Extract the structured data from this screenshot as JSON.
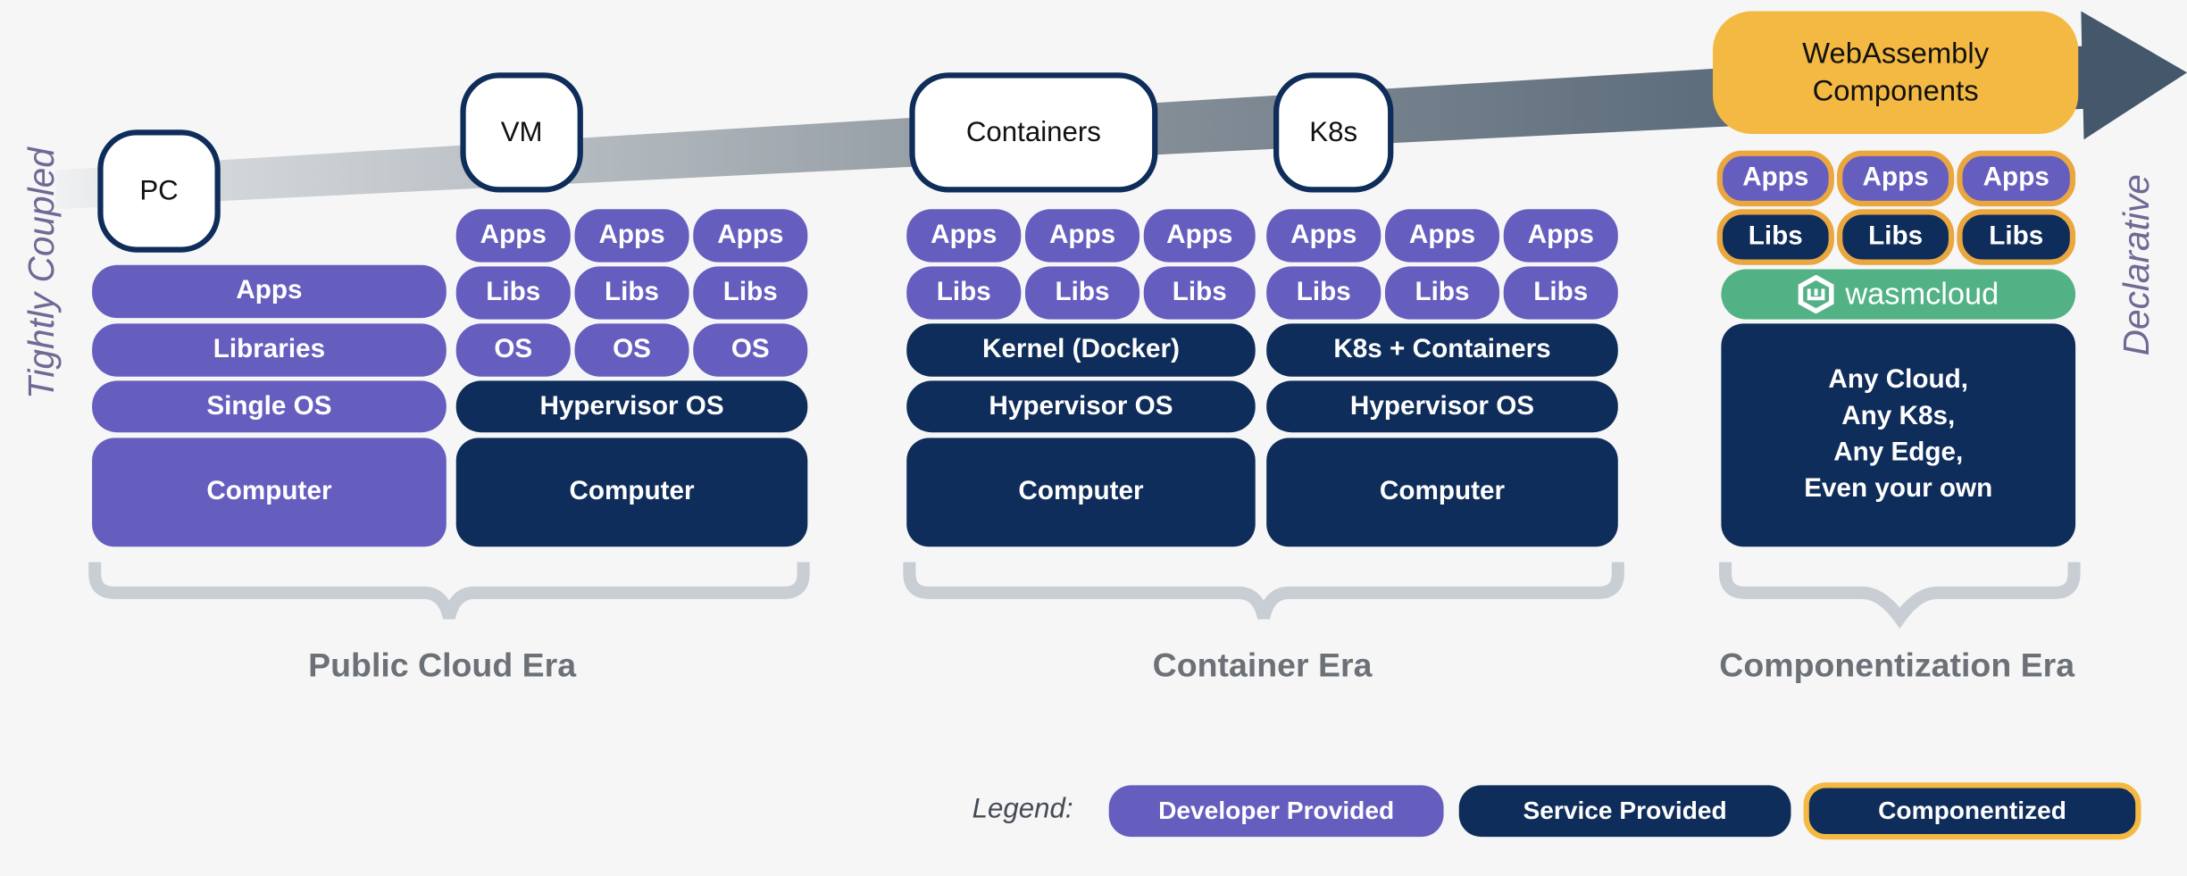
{
  "colors": {
    "developer": "#665ebf",
    "service": "#0f2d5a",
    "componentized_border": "#f4b942",
    "wasmcloud": "#52b286",
    "arrow_start": "#d3d7db",
    "arrow_end": "#44576b"
  },
  "axis": {
    "left_label": "Tightly Coupled",
    "right_label": "Declarative"
  },
  "nodes": {
    "pc": "PC",
    "vm": "VM",
    "containers": "Containers",
    "k8s": "K8s",
    "wasm": "WebAssembly Components"
  },
  "pc_stack": {
    "apps": "Apps",
    "libraries": "Libraries",
    "os": "Single OS",
    "computer": "Computer"
  },
  "vm_stack": {
    "apps": "Apps",
    "libs": "Libs",
    "os": "OS",
    "hypervisor": "Hypervisor OS",
    "computer": "Computer"
  },
  "containers_stack": {
    "apps": "Apps",
    "libs": "Libs",
    "kernel": "Kernel (Docker)",
    "hypervisor": "Hypervisor OS",
    "computer": "Computer"
  },
  "k8s_stack": {
    "apps": "Apps",
    "libs": "Libs",
    "runtime": "K8s + Containers",
    "hypervisor": "Hypervisor OS",
    "computer": "Computer"
  },
  "wasm_stack": {
    "apps": "Apps",
    "libs": "Libs",
    "platform": "wasmcloud",
    "platform_icon": "wasmcloud-hexagon-logo",
    "infra_lines": [
      "Any Cloud,",
      "Any K8s,",
      "Any Edge,",
      "Even your own"
    ]
  },
  "eras": {
    "public_cloud": "Public Cloud Era",
    "container": "Container Era",
    "componentization": "Componentization Era"
  },
  "legend": {
    "title": "Legend:",
    "developer": "Developer Provided",
    "service": "Service Provided",
    "componentized": "Componentized"
  }
}
